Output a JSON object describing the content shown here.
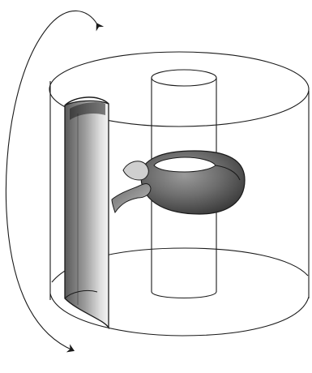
{
  "figure": {
    "background": "#ffffff",
    "ink_color": "#1a1a1a",
    "shade_dark": "#4a4a4a",
    "shade_light": "#f2f2f2",
    "elements": [
      "outer-cylinder",
      "inner-cylinder",
      "shaded-half-tube",
      "shaded-torus-bulge",
      "connecting-neck",
      "rotation-arrow"
    ]
  }
}
